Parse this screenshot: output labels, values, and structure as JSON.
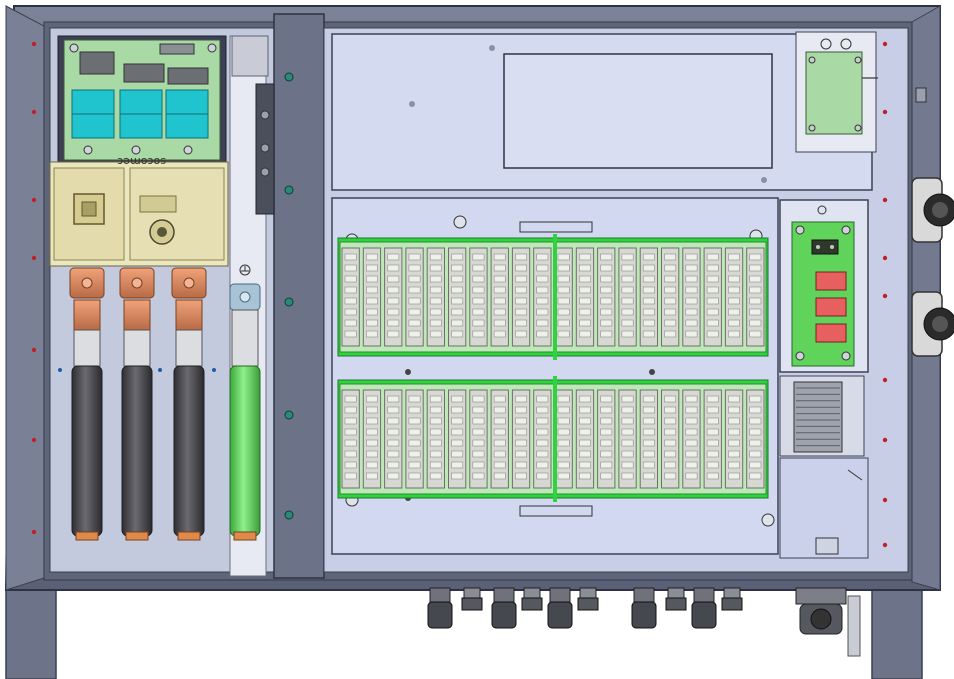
{
  "colors": {
    "enclosure": "#6b7289",
    "enclosure_dark": "#3c4156",
    "panel": "#cfd6ef",
    "panel_dark": "#b6bfdc",
    "pcb_green": "#a9d9a4",
    "pcb_relay": "#20c4cf",
    "switch_body": "#ece6bf",
    "copper": "#d98a5f",
    "cable_black": "#4d4d52",
    "cable_green": "#6fd86b",
    "terminal_strip": "#2fd23f",
    "fuse_grey": "#d7d8d4",
    "red_resistor": "#e5605e",
    "screw_red": "#c0202a",
    "screw_teal": "#2a8a7a"
  },
  "labels": {
    "switch_brand": "socomec"
  },
  "fuse_rows": {
    "count_per_row": 20,
    "rows": 2
  },
  "cable_glands": {
    "count": 8
  }
}
